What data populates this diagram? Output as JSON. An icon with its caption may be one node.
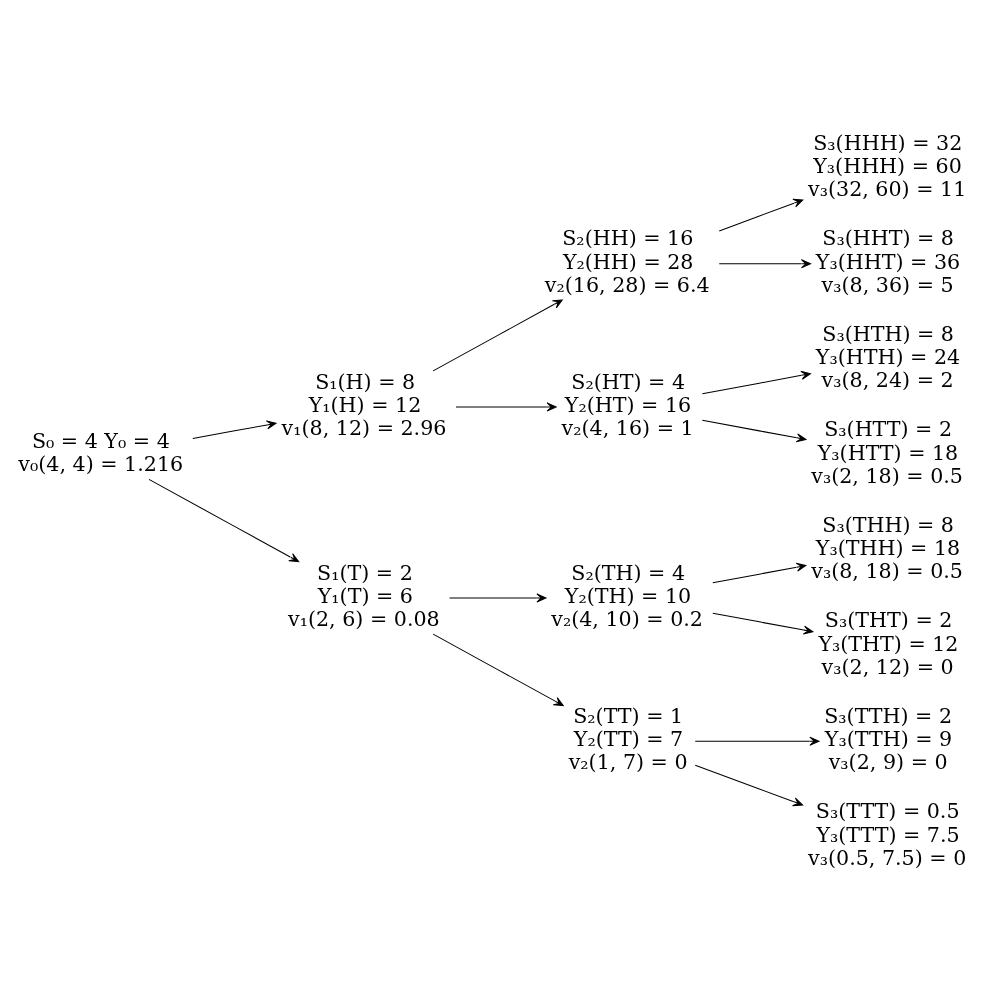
{
  "diagram": {
    "nodes": [
      {
        "text": [
          "S₀ = 4 Y₀ = 4",
          "v₀(4, 4) = 1.216"
        ]
      },
      {
        "text": [
          "S₁(H) = 8",
          "Y₁(H) = 12",
          "v₁(8, 12) = 2.96"
        ]
      },
      {
        "text": [
          "S₂(HH) = 16",
          "Y₂(HH) = 28",
          "v₂(16, 28) = 6.4"
        ]
      },
      {
        "text": [
          "S₃(HHH) = 32",
          "Y₃(HHH) = 60",
          "v₃(32, 60) = 11"
        ]
      },
      {
        "text": [
          "S₃(HHT) = 8",
          "Y₃(HHT) = 36",
          "v₃(8, 36) = 5"
        ]
      },
      {
        "text": [
          "S₂(HT) = 4",
          "Y₂(HT) = 16",
          "v₂(4, 16) = 1"
        ]
      },
      {
        "text": [
          "S₃(HTH) = 8",
          "Y₃(HTH) = 24",
          "v₃(8, 24) = 2"
        ]
      },
      {
        "text": [
          "S₃(HTT) = 2",
          "Y₃(HTT) = 18",
          "v₃(2, 18) = 0.5"
        ]
      },
      {
        "text": [
          "S₁(T) = 2",
          "Y₁(T) = 6",
          "v₁(2, 6) = 0.08"
        ]
      },
      {
        "text": [
          "S₂(TH) = 4",
          "Y₂(TH) = 10",
          "v₂(4, 10) = 0.2"
        ]
      },
      {
        "text": [
          "S₃(THH) = 8",
          "Y₃(THH) = 18",
          "v₃(8, 18) = 0.5"
        ]
      },
      {
        "text": [
          "S₃(THT) = 2",
          "Y₃(THT) = 12",
          "v₃(2, 12) = 0"
        ]
      },
      {
        "text": [
          "S₂(TT) = 1",
          "Y₂(TT) = 7",
          "v₂(1, 7) = 0"
        ]
      },
      {
        "text": [
          "S₃(TTH) = 2",
          "Y₃(TTH) = 9",
          "v₃(2, 9) = 0"
        ]
      },
      {
        "text": [
          "S₃(TTT) = 0.5",
          "Y₃(TTT) = 7.5",
          "v₃(0.5, 7.5) = 0"
        ]
      }
    ],
    "edges": [
      {
        "from": 0,
        "to": 1,
        "arrow": "to"
      },
      {
        "from": 1,
        "to": 2,
        "arrow": "to"
      },
      {
        "from": 2,
        "to": 3,
        "arrow": "to"
      },
      {
        "from": 2,
        "to": 4,
        "arrow": "to"
      },
      {
        "from": 1,
        "to": 5,
        "arrow": "to"
      },
      {
        "from": 5,
        "to": 6,
        "arrow": "to"
      },
      {
        "from": 5,
        "to": 7,
        "arrow": "to"
      },
      {
        "from": 0,
        "to": 8,
        "arrow": "to"
      },
      {
        "from": 8,
        "to": 9,
        "arrow": "to"
      },
      {
        "from": 9,
        "to": 10,
        "arrow": "to"
      },
      {
        "from": 9,
        "to": 11,
        "arrow": "to"
      },
      {
        "from": 8,
        "to": 12,
        "arrow": "to"
      },
      {
        "from": 12,
        "to": 13,
        "arrow": "to"
      },
      {
        "from": 12,
        "to": 14,
        "arrow": "to"
      }
    ]
  }
}
